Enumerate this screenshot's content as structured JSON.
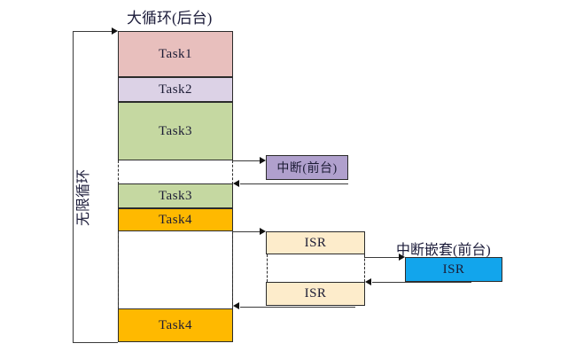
{
  "diagram": {
    "title_background_loop": "大循环(后台)",
    "label_infinite_loop": "无限循环",
    "label_interrupt_foreground": "中断(前台)",
    "label_nested_interrupt_foreground": "中断嵌套(前台)",
    "task_column": [
      {
        "name": "task1",
        "label": "Task1",
        "color": "#e8bfbd"
      },
      {
        "name": "task2",
        "label": "Task2",
        "color": "#dcd2e6"
      },
      {
        "name": "task3a",
        "label": "Task3",
        "color": "#c5d8a1"
      },
      {
        "name": "task3b",
        "label": "Task3",
        "color": "#c5d8a1"
      },
      {
        "name": "task4a",
        "label": "Task4",
        "color": "#ffb900"
      },
      {
        "name": "task4b",
        "label": "Task4",
        "color": "#ffb900"
      }
    ],
    "interrupt_box": {
      "label": "中断(前台)",
      "color": "#b0a0cd"
    },
    "isr_boxes": [
      {
        "label": "ISR",
        "color": "#fdeccb"
      },
      {
        "label": "ISR",
        "color": "#fdeccb"
      }
    ],
    "nested_isr_box": {
      "label": "ISR",
      "color": "#12a5ec"
    },
    "colors": {
      "task1": "#e8bfbd",
      "task2": "#dcd2e6",
      "task3": "#c5d8a1",
      "task4": "#ffb900",
      "interrupt": "#b0a0cd",
      "isr": "#fdeccb",
      "nested_isr": "#12a5ec",
      "line": "#3a3a3a"
    }
  }
}
